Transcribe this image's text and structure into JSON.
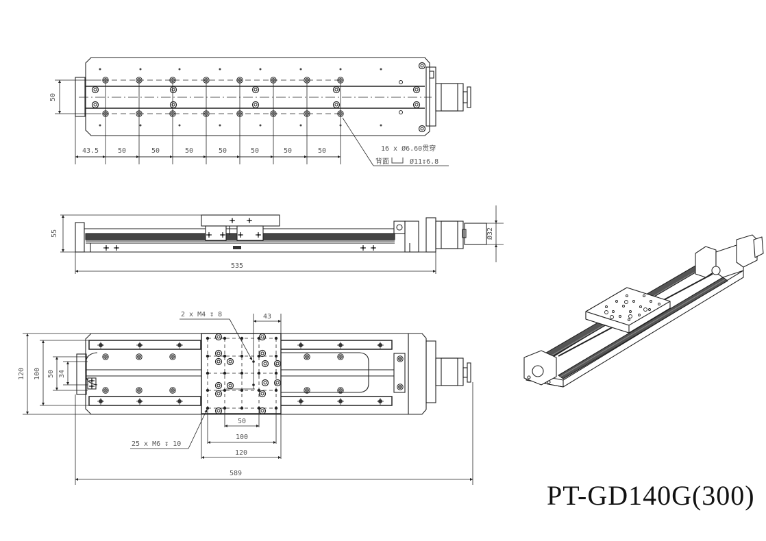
{
  "title": "PT-GD140G(300)",
  "top_view": {
    "dim_width": "50",
    "hole_pitch_first": "43.5",
    "hole_pitches": [
      "50",
      "50",
      "50",
      "50",
      "50",
      "50",
      "50"
    ],
    "hole_note_line1": "16 x Ø6.60贯穿",
    "hole_note_line2_prefix": "背面",
    "hole_note_line2": "Ø11↧6.8"
  },
  "side_view": {
    "dim_height": "55",
    "dim_length": "535",
    "dim_motor_dia": "Ø32"
  },
  "bottom_view": {
    "note_m4": "2 x M4 ↧ 8",
    "note_m6": "25 x M6 ↧ 10",
    "dim_43": "43",
    "dim_120_left": "120",
    "dim_100_left": "100",
    "dim_50_left": "50",
    "dim_34_left": "34",
    "dim_50_bottom": "50",
    "dim_100_bottom": "100",
    "dim_120_bottom": "120",
    "dim_total": "589"
  },
  "iso_view": {
    "label": "isometric-view"
  }
}
